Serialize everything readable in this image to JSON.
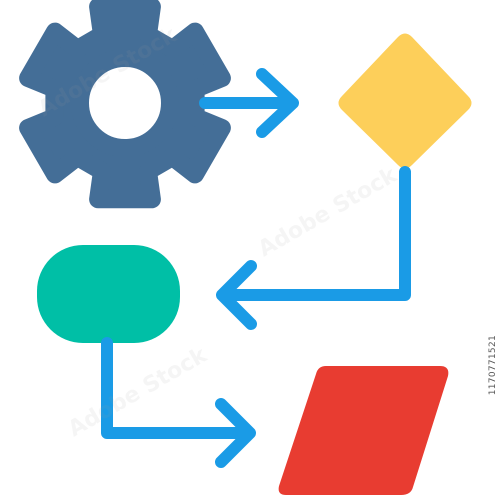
{
  "image": {
    "kind": "flowchart-process-icon",
    "stock_id": "1170771521",
    "watermark_brand": "Adobe Stock"
  },
  "colors": {
    "gear": "#446e97",
    "decision_diamond": "#fdcf5a",
    "terminator_pill": "#00bfa6",
    "io_parallelogram": "#e83c31",
    "connector_arrows": "#1a9be6",
    "background": "#ffffff"
  },
  "icons": [
    "gear-icon",
    "diamond-decision-shape",
    "rounded-terminator-shape",
    "parallelogram-io-shape",
    "arrow-right-icon",
    "arrow-left-icon"
  ]
}
